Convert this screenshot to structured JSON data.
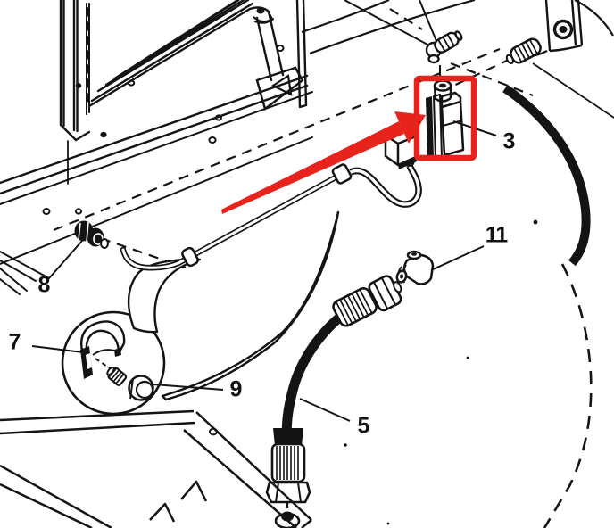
{
  "diagram": {
    "type": "exploded-parts-diagram",
    "background_color": "#ffffff",
    "line_color": "#141414",
    "highlight_color": "#e8231c",
    "highlighted_part": "3",
    "callouts": [
      {
        "id": "part-3",
        "label": "3",
        "highlighted": true
      },
      {
        "id": "part-5",
        "label": "5",
        "highlighted": false
      },
      {
        "id": "part-7",
        "label": "7",
        "highlighted": false
      },
      {
        "id": "part-8",
        "label": "8",
        "highlighted": false
      },
      {
        "id": "part-9",
        "label": "9",
        "highlighted": false
      },
      {
        "id": "part-11",
        "label": "11",
        "highlighted": false
      }
    ]
  }
}
